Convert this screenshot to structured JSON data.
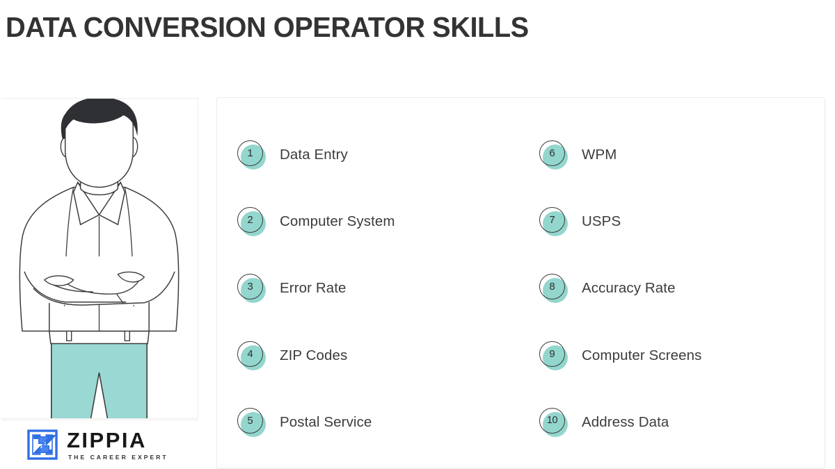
{
  "header": {
    "title": "DATA CONVERSION OPERATOR SKILLS"
  },
  "illustration": {
    "alt": "line-art illustration of a man with arms crossed wearing a white shirt and mint trousers",
    "hair_color": "#2f3033",
    "line_color": "#3c3c3c",
    "pants_color": "#9ad9d3",
    "shirt_color": "#ffffff"
  },
  "logo": {
    "name": "ZIPPIA",
    "tagline": "THE CAREER EXPERT",
    "mark_color": "#2f6fe4",
    "word_color": "#18181b"
  },
  "theme": {
    "accent": "#93d6ce",
    "ring": "#3a3a3a",
    "text": "#3c3c3c",
    "card_border": "#ebebeb",
    "background": "#ffffff"
  },
  "skills": {
    "column_left": [
      {
        "number": "1",
        "label": "Data Entry"
      },
      {
        "number": "2",
        "label": "Computer System"
      },
      {
        "number": "3",
        "label": "Error Rate"
      },
      {
        "number": "4",
        "label": "ZIP Codes"
      },
      {
        "number": "5",
        "label": "Postal Service"
      }
    ],
    "column_right": [
      {
        "number": "6",
        "label": "WPM"
      },
      {
        "number": "7",
        "label": "USPS"
      },
      {
        "number": "8",
        "label": "Accuracy Rate"
      },
      {
        "number": "9",
        "label": "Computer Screens"
      },
      {
        "number": "10",
        "label": "Address Data"
      }
    ]
  }
}
